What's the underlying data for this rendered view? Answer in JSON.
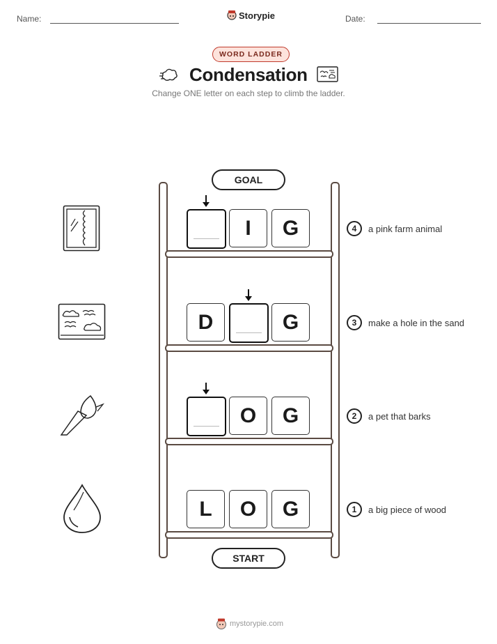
{
  "header": {
    "name_label": "Name:",
    "date_label": "Date:",
    "brand": "Storypie"
  },
  "badge": "WORD LADDER",
  "title": "Condensation",
  "subtitle": "Change ONE letter on each step to climb the ladder.",
  "goal_label": "GOAL",
  "start_label": "START",
  "steps": [
    {
      "number": "4",
      "clue": "a pink farm animal",
      "letters": [
        "",
        "I",
        "G"
      ],
      "blank_index": 0,
      "icon": "window-steam-icon"
    },
    {
      "number": "3",
      "clue": "make a hole in the sand",
      "letters": [
        "D",
        "",
        "G"
      ],
      "blank_index": 1,
      "icon": "cloud-card-icon"
    },
    {
      "number": "2",
      "clue": "a pet that barks",
      "letters": [
        "",
        "O",
        "G"
      ],
      "blank_index": 0,
      "icon": "bird-icon"
    },
    {
      "number": "1",
      "clue": "a big piece of wood",
      "letters": [
        "L",
        "O",
        "G"
      ],
      "blank_index": null,
      "icon": "water-drop-icon"
    }
  ],
  "footer": "mystorypie.com",
  "colors": {
    "badge_border": "#c0392b",
    "badge_fill": "#fde3dc",
    "ladder": "#5a4a42"
  }
}
